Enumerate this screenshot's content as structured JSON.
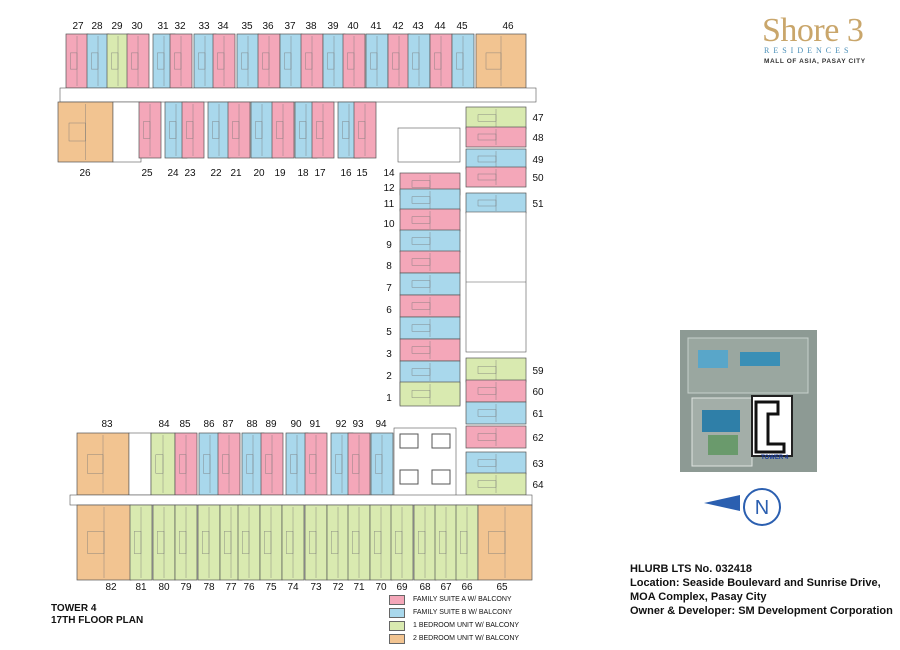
{
  "logo": {
    "main": "Shore 3",
    "sub": "RESIDENCES",
    "tagline": "MALL OF ASIA, PASAY CITY"
  },
  "plan_title": {
    "line1": "TOWER 4",
    "line2": "17TH FLOOR PLAN"
  },
  "info": {
    "line1": "HLURB LTS No. 032418",
    "line2": "Location: Seaside Boulevard and Sunrise Drive,",
    "line3": "MOA Complex, Pasay City",
    "line4": "Owner & Developer: SM Development Corporation"
  },
  "keymap": {
    "label": "TOWER 4"
  },
  "compass": {
    "letter": "N"
  },
  "colors": {
    "family_a": "#f4a7b9",
    "family_b": "#a9d8ec",
    "one_bed": "#d9eab0",
    "two_bed": "#f2c491",
    "core": "#ffffff",
    "outline": "#555555"
  },
  "legend": [
    {
      "label": "FAMILY SUITE A W/ BALCONY",
      "color": "#f4a7b9"
    },
    {
      "label": "FAMILY SUITE B W/ BALCONY",
      "color": "#a9d8ec"
    },
    {
      "label": "1 BEDROOM UNIT W/ BALCONY",
      "color": "#d9eab0"
    },
    {
      "label": "2 BEDROOM UNIT W/ BALCONY",
      "color": "#f2c491"
    }
  ],
  "units": {
    "top_row": [
      "27",
      "28",
      "29",
      "30",
      "31",
      "32",
      "33",
      "34",
      "35",
      "36",
      "37",
      "38",
      "39",
      "40",
      "41",
      "42",
      "43",
      "44",
      "45",
      "46"
    ],
    "second_row": [
      "26",
      "25",
      "24",
      "23",
      "22",
      "21",
      "20",
      "19",
      "18",
      "17",
      "16",
      "15"
    ],
    "left_column": [
      "14",
      "12",
      "11",
      "10",
      "9",
      "8",
      "7",
      "6",
      "5",
      "3",
      "2",
      "1"
    ],
    "right_column_upper": [
      "47",
      "48",
      "49",
      "50",
      "51"
    ],
    "right_column_lower": [
      "59",
      "60",
      "61",
      "62",
      "63",
      "64"
    ],
    "third_row": [
      "83",
      "84",
      "85",
      "86",
      "87",
      "88",
      "89",
      "90",
      "91",
      "92",
      "93",
      "94"
    ],
    "bottom_row": [
      "82",
      "81",
      "80",
      "79",
      "78",
      "77",
      "76",
      "75",
      "74",
      "73",
      "72",
      "71",
      "70",
      "69",
      "68",
      "67",
      "66",
      "65"
    ]
  }
}
